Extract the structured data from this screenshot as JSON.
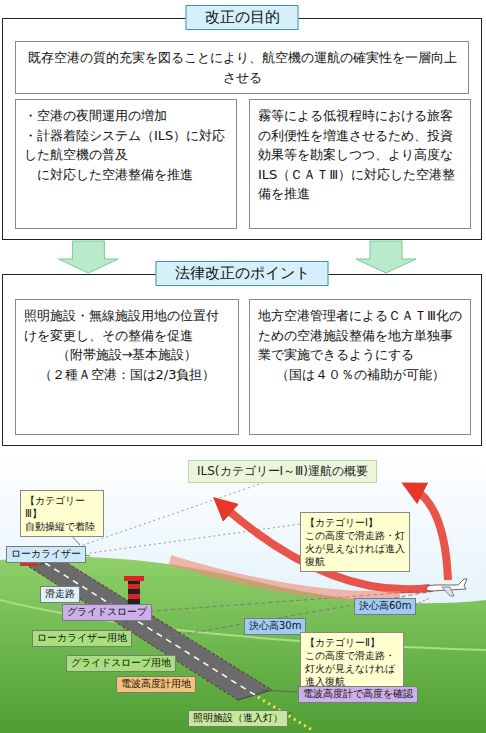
{
  "diagram": {
    "nodes": [
      {
        "text": [
          "改正の目的"
        ]
      },
      {
        "text": [
          "既存空港の質的充実を図ることにより、航空機の運航の確実性を一層向上させる"
        ],
        "in": 0
      },
      {
        "text": [
          "・空港の夜間運用の増加",
          "・計器着陸システム（ILS）に対応した航空機の普及",
          "に対応した空港整備を推進"
        ],
        "in": 0
      },
      {
        "text": [
          "霧等による低視程時における旅客の利便性を増進させるため、投資効果等を勘案しつつ、より高度なILS（ＣＡＴⅢ）に対応した空港整備を推進"
        ],
        "in": 0
      },
      {
        "text": [
          "法律改正のポイント"
        ]
      },
      {
        "text": [
          "照明施設・無線施設用地の位置付けを変更し、その整備を促進",
          "（附帯施設→基本施設）",
          "（２種Ａ空港：国は2/3負担）"
        ],
        "in": 4
      },
      {
        "text": [
          "地方空港管理者によるＣＡＴⅢ化のための空港施設整備を地方単独事業で実施できるようにする",
          "（国は４０％の補助が可能）"
        ],
        "in": 4
      },
      {
        "text": [
          "ILS(カテゴリーⅠ～Ⅲ)運航の概要"
        ]
      },
      {
        "text": [
          "【カテゴリーⅢ】",
          "自動操縦で着陸"
        ]
      },
      {
        "text": [
          "ローカライザー"
        ]
      },
      {
        "text": [
          "滑走路"
        ]
      },
      {
        "text": [
          "グライドスロープ"
        ]
      },
      {
        "text": [
          "ローカライザー用地"
        ]
      },
      {
        "text": [
          "グライドスロープ用地"
        ]
      },
      {
        "text": [
          "電波高度計用地"
        ]
      },
      {
        "text": [
          "照明施設（進入灯）"
        ]
      },
      {
        "text": [
          "【カテゴリーⅠ】",
          "この高度で滑走路・灯火が見えなければ進入復航"
        ]
      },
      {
        "text": [
          "決心高60m"
        ]
      },
      {
        "text": [
          "決心高30m"
        ]
      },
      {
        "text": [
          "【カテゴリーⅡ】",
          "この高度で滑走路・灯火が見えなければ進入復航"
        ]
      },
      {
        "text": [
          "電波高度計で高度を確認"
        ]
      }
    ],
    "edges": [
      {
        "from": 0,
        "to": 4,
        "arrow": "to"
      },
      {
        "from": 0,
        "to": 4,
        "arrow": "to"
      }
    ]
  }
}
